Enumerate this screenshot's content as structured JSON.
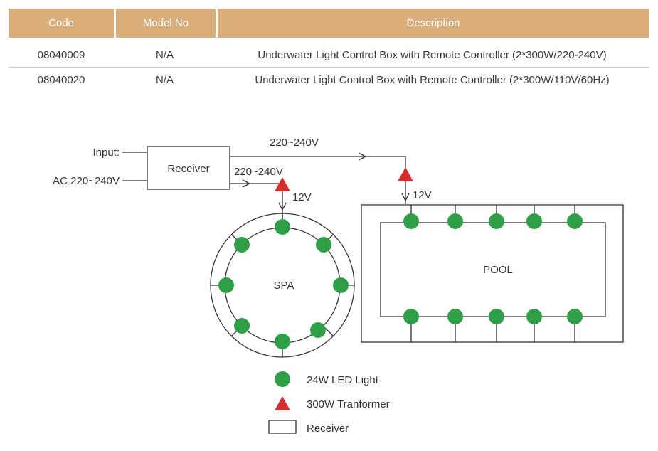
{
  "table": {
    "headers": {
      "code": "Code",
      "model": "Model No",
      "description": "Description"
    },
    "rows": [
      {
        "code": "08040009",
        "model": "N/A",
        "description": "Underwater Light Control Box with Remote Controller (2*300W/220-240V)"
      },
      {
        "code": "08040020",
        "model": "N/A",
        "description": "Underwater Light Control Box with Remote Controller (2*300W/110V/60Hz)"
      }
    ]
  },
  "diagram": {
    "input_label": "Input:",
    "ac_label": "AC 220~240V",
    "receiver_label": "Receiver",
    "upper_voltage": "220~240V",
    "lower_voltage": "220~240V",
    "spa_low_voltage": "12V",
    "pool_low_voltage": "12V",
    "spa_label": "SPA",
    "pool_label": "POOL",
    "colors": {
      "led": "#2e9e47",
      "transformer": "#d62d2d",
      "header": "#d9ae7b"
    }
  },
  "legend": {
    "led": "24W LED Light",
    "transformer": "300W Tranformer",
    "receiver": "Receiver"
  }
}
